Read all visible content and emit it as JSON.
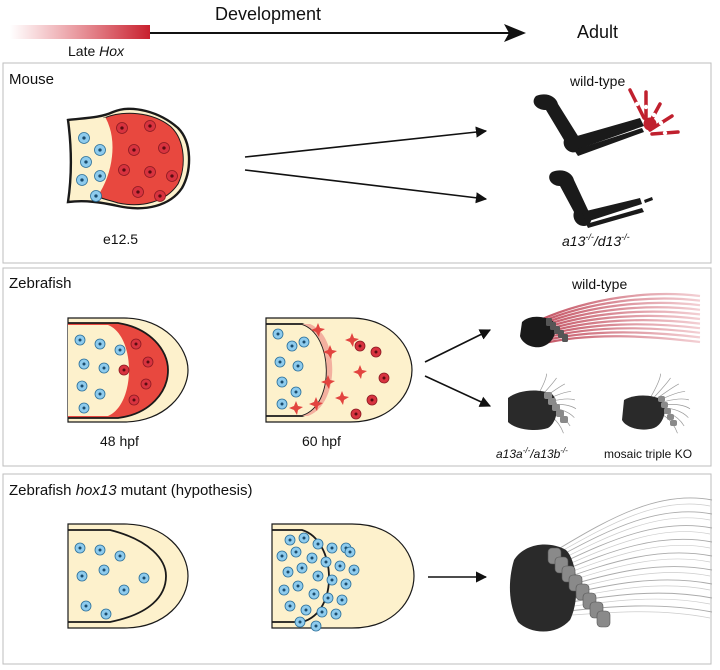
{
  "timeline": {
    "late_hox_prefix": "Late ",
    "late_hox_italic": "Hox",
    "development": "Development",
    "adult": "Adult"
  },
  "panels": {
    "mouse": {
      "title": "Mouse",
      "stage": "e12.5",
      "outcome_wt": "wild-type",
      "mutant_a": "a13",
      "mutant_sep": "/d13",
      "mutant_sup": "-/-"
    },
    "zebrafish": {
      "title": "Zebrafish",
      "stage1": "48 hpf",
      "stage2": "60 hpf",
      "outcome_wt": "wild-type",
      "mutant_a": "a13a",
      "mutant_sep": "/a13b",
      "mutant_sup": "-/-",
      "mosaic": "mosaic triple KO"
    },
    "hypothesis": {
      "title_prefix": "Zebrafish ",
      "title_italic": "hox13",
      "title_suffix": " mutant (hypothesis)"
    }
  },
  "colors": {
    "hox_red": "#d8333f",
    "hox_red_light": "#ec5b5f",
    "bud_cream": "#fdf1cc",
    "cell_blue": "#8ecbed",
    "bone_black": "#1a1a1a",
    "panel_border": "#bdbdbd"
  }
}
